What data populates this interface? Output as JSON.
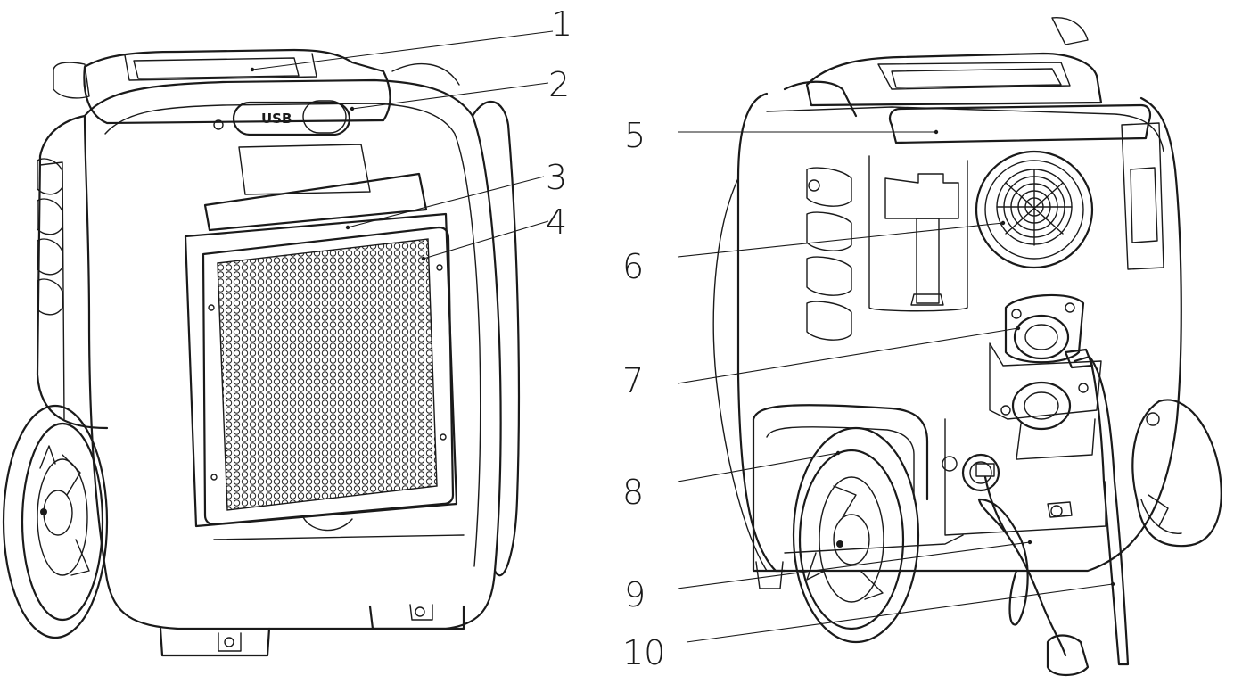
{
  "figure": {
    "panel_label_text": "USB",
    "callouts": [
      {
        "id": 1,
        "label": "1"
      },
      {
        "id": 2,
        "label": "2"
      },
      {
        "id": 3,
        "label": "3"
      },
      {
        "id": 4,
        "label": "4"
      },
      {
        "id": 5,
        "label": "5"
      },
      {
        "id": 6,
        "label": "6"
      },
      {
        "id": 7,
        "label": "7"
      },
      {
        "id": 8,
        "label": "8"
      },
      {
        "id": 9,
        "label": "9"
      },
      {
        "id": 10,
        "label": "10"
      }
    ]
  }
}
